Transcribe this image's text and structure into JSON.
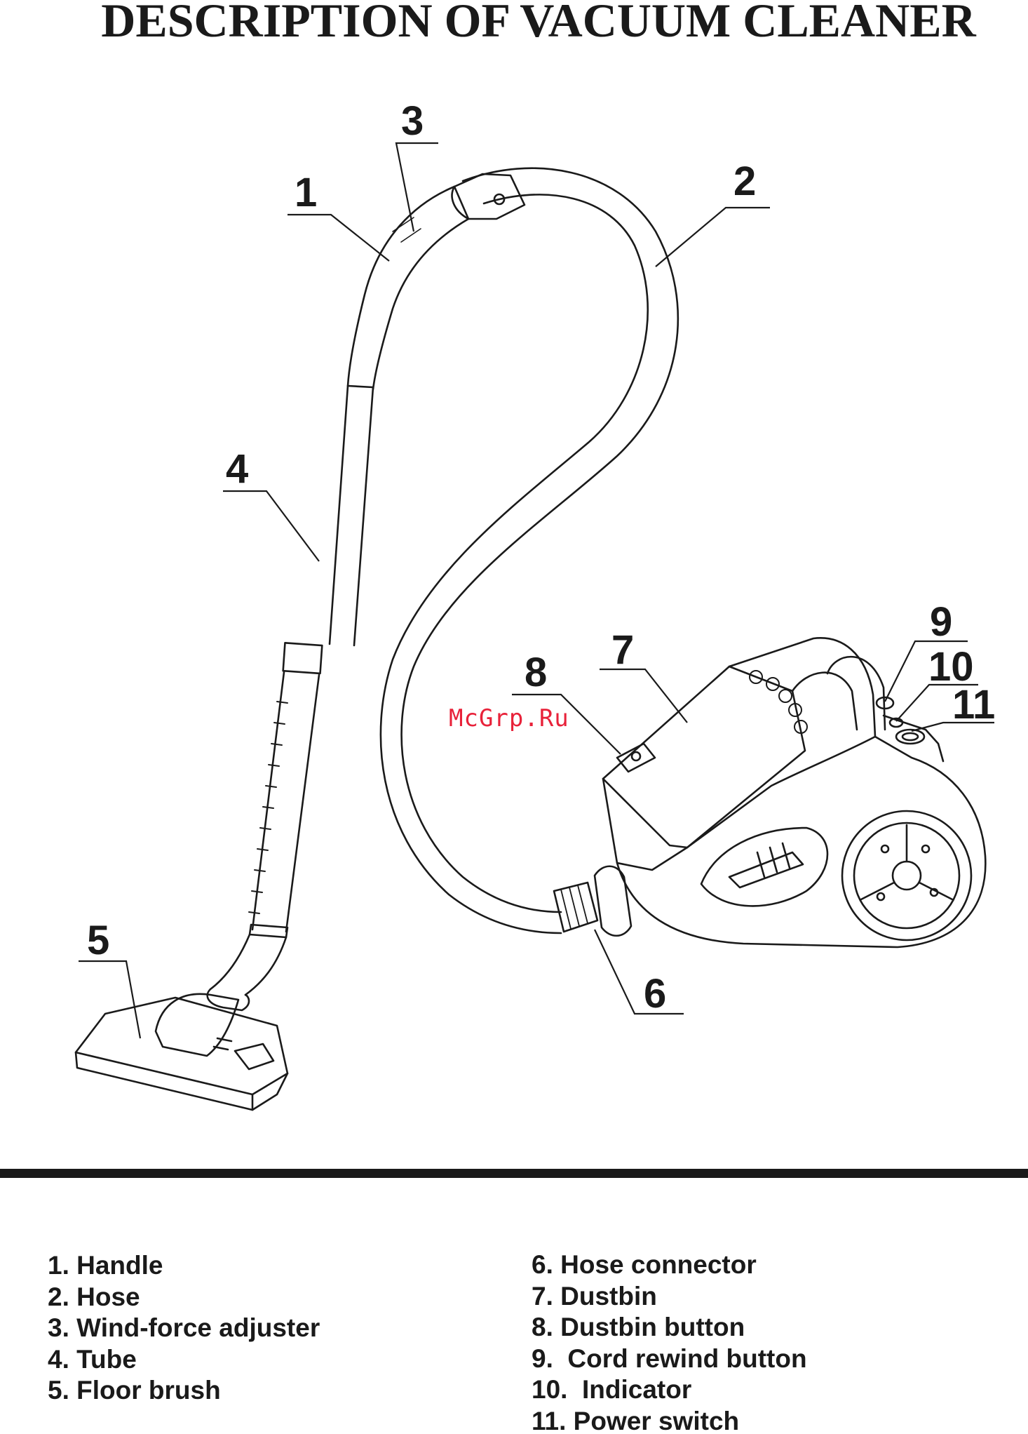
{
  "title": "DESCRIPTION OF VACUUM CLEANER",
  "watermark": "McGrp.Ru",
  "callouts": [
    "1",
    "2",
    "3",
    "4",
    "5",
    "6",
    "7",
    "8",
    "9",
    "10",
    "11"
  ],
  "legend_left": [
    "1. Handle",
    "2. Hose",
    "3. Wind-force adjuster",
    "4. Tube",
    "5. Floor brush"
  ],
  "legend_right": [
    "6. Hose connector",
    "7. Dustbin",
    "8. Dustbin button",
    "9.  Cord rewind button",
    "10.  Indicator",
    "11. Power switch"
  ],
  "colors": {
    "ink": "#1a1a1a",
    "watermark": "#e8223a",
    "background": "#ffffff"
  }
}
